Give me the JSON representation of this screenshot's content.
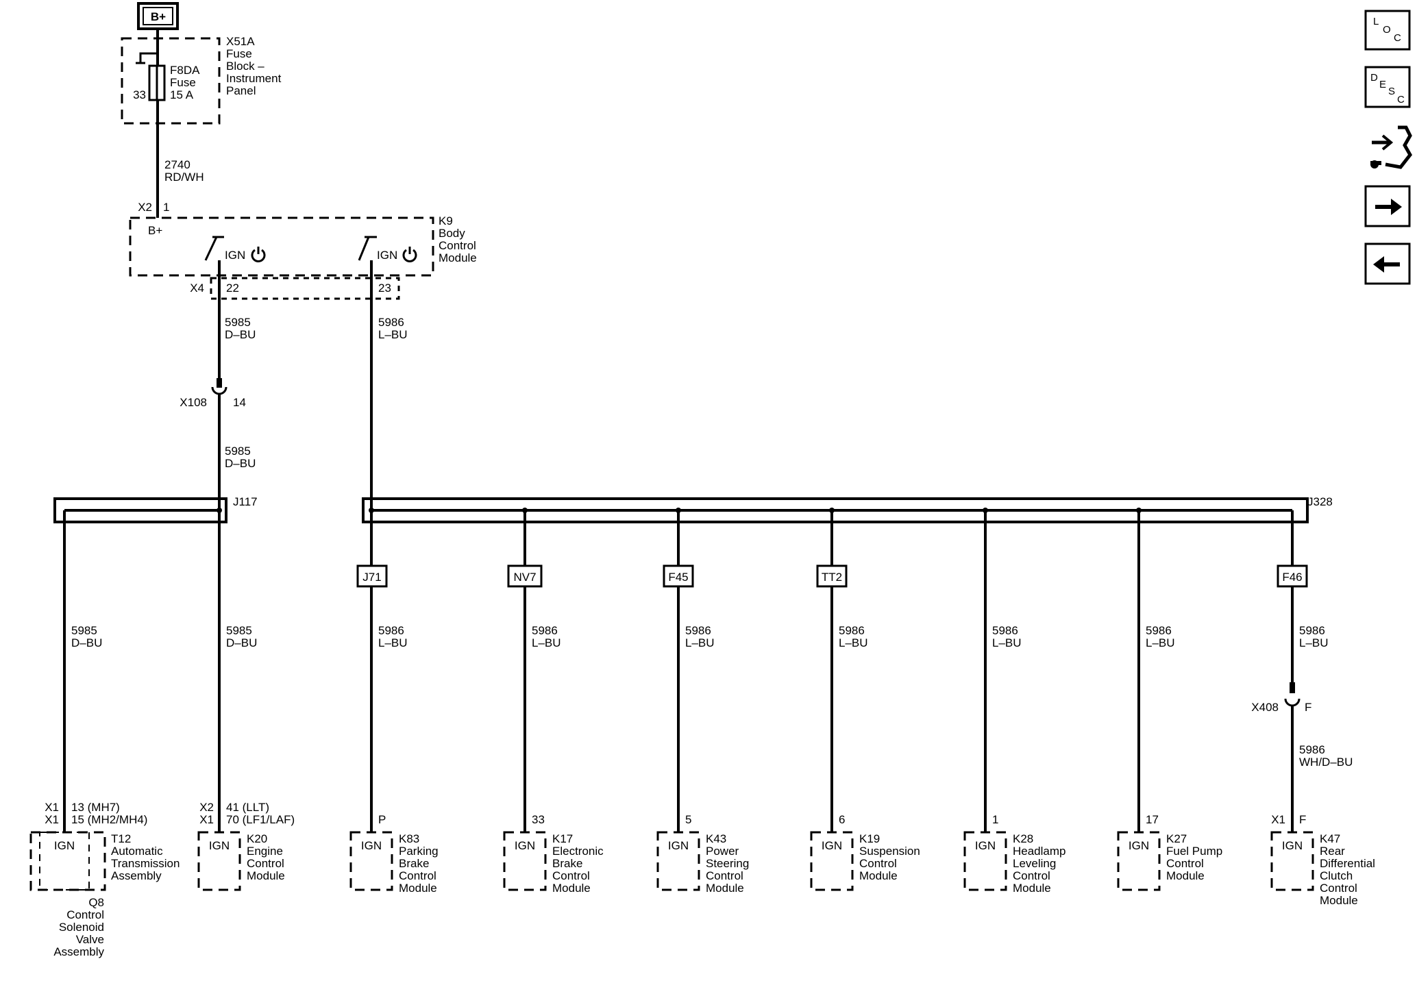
{
  "supply": {
    "batt_label": "B+",
    "fuse_block": [
      "X51A",
      "Fuse",
      "Block –",
      "Instrument",
      "Panel"
    ],
    "fuse": [
      "F8DA",
      "Fuse",
      "15 A"
    ],
    "fuse_pin": "33",
    "wire_2740": [
      "2740",
      "RD/WH"
    ]
  },
  "bcm": {
    "connector_top": "X2",
    "pin_top": "1",
    "bplus": "B+",
    "name": [
      "K9",
      "Body",
      "Control",
      "Module"
    ],
    "switch_label": "IGN",
    "connector_bottom": "X4",
    "pin_22": "22",
    "pin_23": "23"
  },
  "wires": {
    "w5985": [
      "5985",
      "D–BU"
    ],
    "w5986": [
      "5986",
      "L–BU"
    ],
    "w5986_whdbu": [
      "5986",
      "WH/D–BU"
    ]
  },
  "inline_x108": {
    "name": "X108",
    "pin": "14"
  },
  "inline_x408": {
    "name": "X408",
    "pin": "F"
  },
  "splices": {
    "left": "J117",
    "right": "J328"
  },
  "splice_connectors": [
    "J71",
    "NV7",
    "F45",
    "TT2",
    "F46"
  ],
  "modules": {
    "t12": {
      "pins": [
        [
          "X1",
          "13 (MH7)"
        ],
        [
          "X1",
          "15 (MH2/MH4)"
        ]
      ],
      "inner": "IGN",
      "name": [
        "T12",
        "Automatic",
        "Transmission",
        "Assembly"
      ],
      "sub": [
        "Q8",
        "Control",
        "Solenoid",
        "Valve",
        "Assembly"
      ]
    },
    "k20": {
      "pins": [
        [
          "X2",
          "41 (LLT)"
        ],
        [
          "X1",
          "70 (LF1/LAF)"
        ]
      ],
      "inner": "IGN",
      "name": [
        "K20",
        "Engine",
        "Control",
        "Module"
      ]
    },
    "k83": {
      "pin": "P",
      "inner": "IGN",
      "name": [
        "K83",
        "Parking",
        "Brake",
        "Control",
        "Module"
      ]
    },
    "k17": {
      "pin": "33",
      "inner": "IGN",
      "name": [
        "K17",
        "Electronic",
        "Brake",
        "Control",
        "Module"
      ]
    },
    "k43": {
      "pin": "5",
      "inner": "IGN",
      "name": [
        "K43",
        "Power",
        "Steering",
        "Control",
        "Module"
      ]
    },
    "k19": {
      "pin": "6",
      "inner": "IGN",
      "name": [
        "K19",
        "Suspension",
        "Control",
        "Module"
      ]
    },
    "k28": {
      "pin": "1",
      "inner": "IGN",
      "name": [
        "K28",
        "Headlamp",
        "Leveling",
        "Control",
        "Module"
      ]
    },
    "k27": {
      "pin": "17",
      "inner": "IGN",
      "name": [
        "K27",
        "Fuel Pump",
        "Control",
        "Module"
      ]
    },
    "k47": {
      "connector": "X1",
      "pin": "F",
      "inner": "IGN",
      "name": [
        "K47",
        "Rear",
        "Differential",
        "Clutch",
        "Control",
        "Module"
      ]
    }
  },
  "nav": {
    "loc": [
      "L",
      "O",
      "C"
    ],
    "desc": [
      "D",
      "E",
      "S",
      "C"
    ],
    "icons": [
      "connector-pinout-icon",
      "next-arrow-icon",
      "previous-arrow-icon"
    ]
  }
}
